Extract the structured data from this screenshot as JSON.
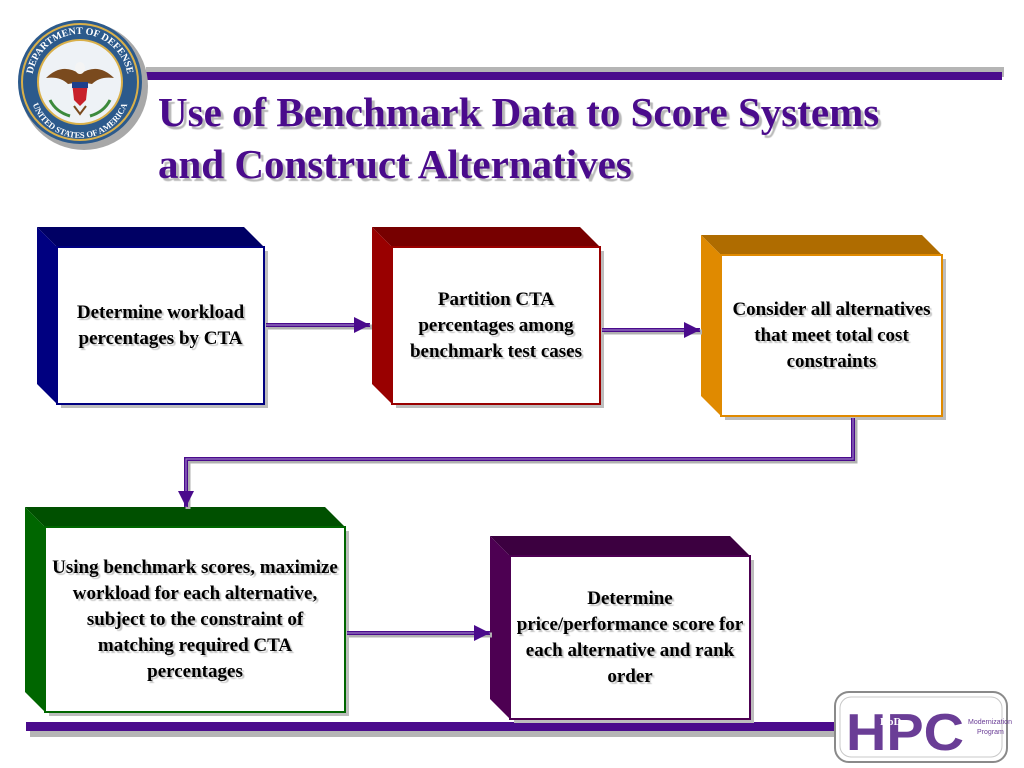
{
  "slide": {
    "title_line1": "Use of Benchmark Data to Score Systems",
    "title_line2": "and Construct Alternatives"
  },
  "seal": {
    "text_top": "DEPARTMENT OF DEFENSE",
    "text_bottom": "UNITED STATES OF AMERICA"
  },
  "logo": {
    "letters_main": "HPC",
    "letters_small": "DoD",
    "line1": "Modernization",
    "line2": "Program"
  },
  "boxes": [
    {
      "text": "Determine workload percentages by CTA",
      "color": "#000080"
    },
    {
      "text": "Partition CTA percentages among benchmark test cases",
      "color": "#990000"
    },
    {
      "text": "Consider all alternatives that meet total cost constraints",
      "color": "#e08a00"
    },
    {
      "text": "Using benchmark scores, maximize workload for each alternative, subject to the constraint of matching required CTA percentages",
      "color": "#006600"
    },
    {
      "text": "Determine price/performance score for each alternative and rank order",
      "color": "#4d0052"
    }
  ],
  "colors": {
    "title": "#4a0b8c",
    "rule": "#4a0b8c",
    "arrow": "#4a0b8c"
  },
  "icons": [
    "dod-seal-icon",
    "hpc-logo-icon"
  ]
}
